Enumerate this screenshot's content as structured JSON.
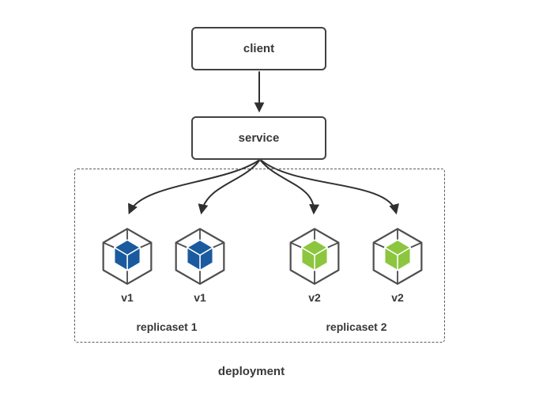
{
  "diagram": {
    "client": {
      "label": "client"
    },
    "service": {
      "label": "service"
    },
    "deployment": {
      "label": "deployment"
    },
    "replicasets": [
      {
        "label": "replicaset 1",
        "pods": [
          {
            "version": "v1",
            "color": "#1a5a9e"
          },
          {
            "version": "v1",
            "color": "#1a5a9e"
          }
        ]
      },
      {
        "label": "replicaset 2",
        "pods": [
          {
            "version": "v2",
            "color": "#8cc63f"
          },
          {
            "version": "v2",
            "color": "#8cc63f"
          }
        ]
      }
    ],
    "colors": {
      "pod_blue": "#1a5a9e",
      "pod_green": "#8cc63f",
      "node_border": "#424242",
      "dashed_border": "#5a5a5a",
      "hexagon_outline": "#4f4f4f",
      "arrow": "#2f2f2f",
      "text": "#383838",
      "background": "#ffffff"
    }
  }
}
